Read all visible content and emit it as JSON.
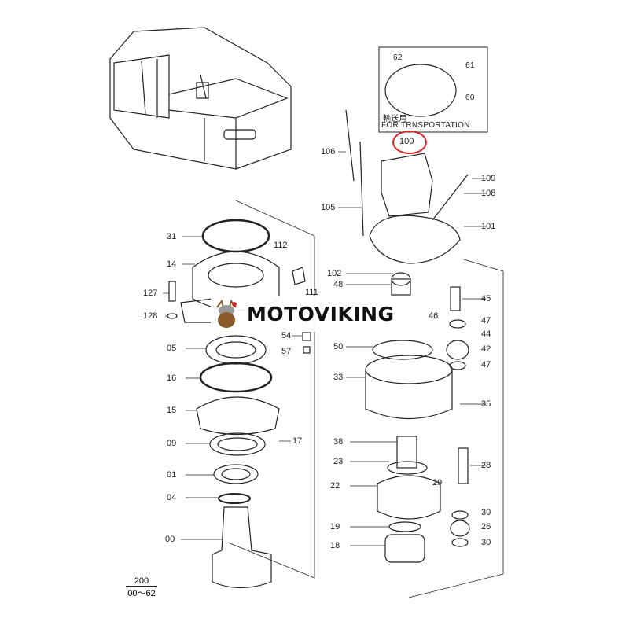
{
  "watermark": {
    "brand": "MOTOVIKING"
  },
  "transport_box": {
    "japanese_label": "輸送用",
    "english_label": "FOR TRNSPORTATION",
    "parts": [
      "62",
      "61",
      "60"
    ]
  },
  "highlighted_part": "100",
  "labels": [
    "31",
    "14",
    "127",
    "128",
    "05",
    "16",
    "15",
    "09",
    "01",
    "04",
    "00",
    "112",
    "111",
    "54",
    "57",
    "106",
    "105",
    "109",
    "108",
    "101",
    "102",
    "48",
    "45",
    "46",
    "47",
    "44",
    "50",
    "42",
    "47",
    "33",
    "35",
    "38",
    "23",
    "28",
    "29",
    "22",
    "30",
    "26",
    "19",
    "30",
    "18",
    "17"
  ],
  "page_ref": {
    "top": "200",
    "bottom": "00～62"
  },
  "colors": {
    "callout": "#d9262a",
    "line": "#222222"
  }
}
